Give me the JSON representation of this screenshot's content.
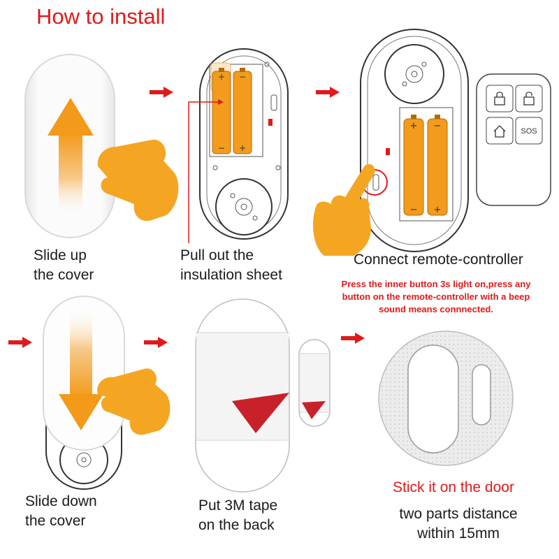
{
  "title": "How to install",
  "steps": [
    {
      "caption_line1": "Slide up",
      "caption_line2": "the cover"
    },
    {
      "caption_line1": "Pull out the",
      "caption_line2": "insulation sheet"
    },
    {
      "caption_line1": "Connect remote-controller",
      "note_line1": "Press the inner button 3s light on,press any",
      "note_line2": "button on the remote-controller with a beep",
      "note_line3": "sound means connnected."
    },
    {
      "caption_line1": "Slide down",
      "caption_line2": "the cover"
    },
    {
      "caption_line1": "Put 3M tape",
      "caption_line2": "on the back"
    },
    {
      "heading": "Stick it on the door",
      "caption_line1": "two parts distance",
      "caption_line2": "within 15mm"
    }
  ],
  "remote": {
    "sos_label": "SOS"
  },
  "battery": {
    "plus": "+",
    "minus": "−"
  },
  "colors": {
    "accent_red": "#e01a1a",
    "battery_orange": "#f29b1c",
    "hand_orange": "#f4a623",
    "outline": "#333333"
  }
}
